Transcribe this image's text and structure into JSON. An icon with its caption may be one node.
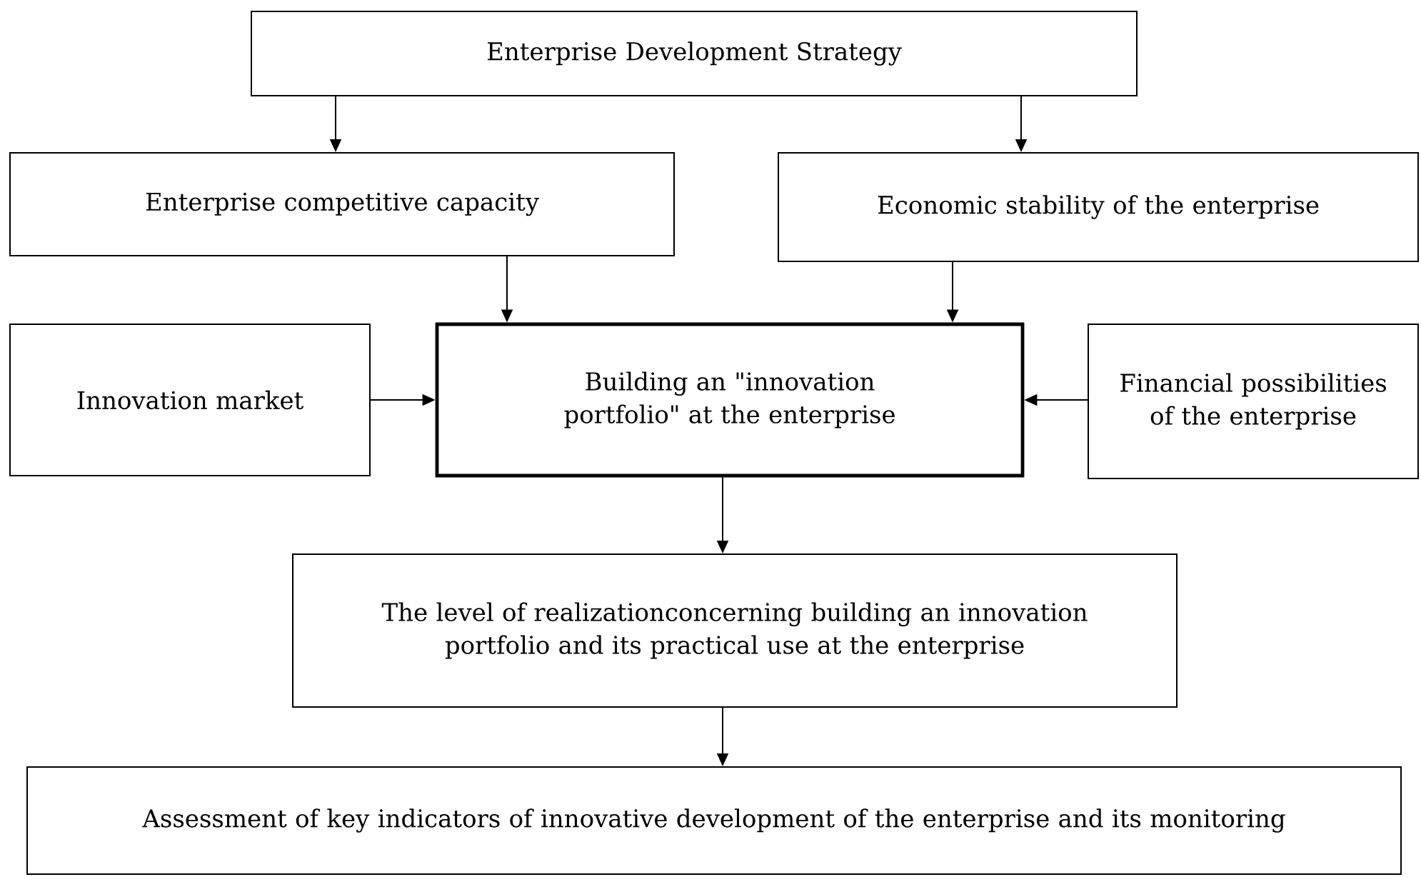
{
  "diagram": {
    "nodes": [
      {
        "text": [
          "Enterprise Development Strategy"
        ]
      },
      {
        "text": [
          "Enterprise competitive capacity"
        ]
      },
      {
        "text": [
          "Economic stability of the enterprise"
        ]
      },
      {
        "text": [
          "Innovation market"
        ]
      },
      {
        "text": [
          "Building an \"innovation portfolio\" at the enterprise"
        ]
      },
      {
        "text": [
          "Financial possibilities of the enterprise"
        ]
      },
      {
        "text": [
          "The level of realizationconcerning building an innovation portfolio and its practical use at the enterprise"
        ]
      },
      {
        "text": [
          "Assessment of key indicators of innovative development of the enterprise and its monitoring"
        ]
      }
    ],
    "edges": [
      {
        "from": 0,
        "to": 1,
        "arrow": "to"
      },
      {
        "from": 0,
        "to": 2,
        "arrow": "to"
      },
      {
        "from": 1,
        "to": 4,
        "arrow": "to"
      },
      {
        "from": 2,
        "to": 4,
        "arrow": "to"
      },
      {
        "from": 3,
        "to": 4,
        "arrow": "to"
      },
      {
        "from": 5,
        "to": 4,
        "arrow": "to"
      },
      {
        "from": 4,
        "to": 6,
        "arrow": "to"
      },
      {
        "from": 6,
        "to": 7,
        "arrow": "to"
      }
    ]
  }
}
